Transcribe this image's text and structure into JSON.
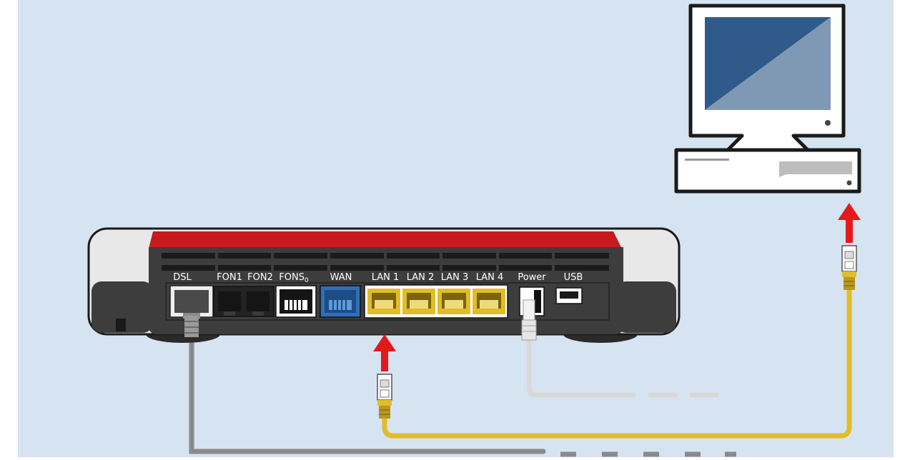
{
  "ports": [
    {
      "label": "DSL"
    },
    {
      "label": "FON1"
    },
    {
      "label": "FON2"
    },
    {
      "label": "FONS",
      "sub": "0"
    },
    {
      "label": "WAN"
    },
    {
      "label": "LAN 1"
    },
    {
      "label": "LAN 2"
    },
    {
      "label": "LAN 3"
    },
    {
      "label": "LAN 4"
    },
    {
      "label": "Power"
    },
    {
      "label": "USB"
    }
  ],
  "colors": {
    "background": "#d6e3f1",
    "router_red": "#c8191c",
    "router_dark": "#3d3d3d",
    "lan_yellow": "#e1bd28",
    "wan_blue": "#2f6fb6",
    "dsl_cable_gray": "#8a8a8a",
    "power_cable_light": "#d8d8d8",
    "arrow_red": "#e3191c",
    "monitor_screen_dark": "#2f5a8a",
    "monitor_screen_light": "#7f98b3"
  },
  "icons": [
    "router",
    "computer",
    "ethernet-plug",
    "up-arrow"
  ]
}
